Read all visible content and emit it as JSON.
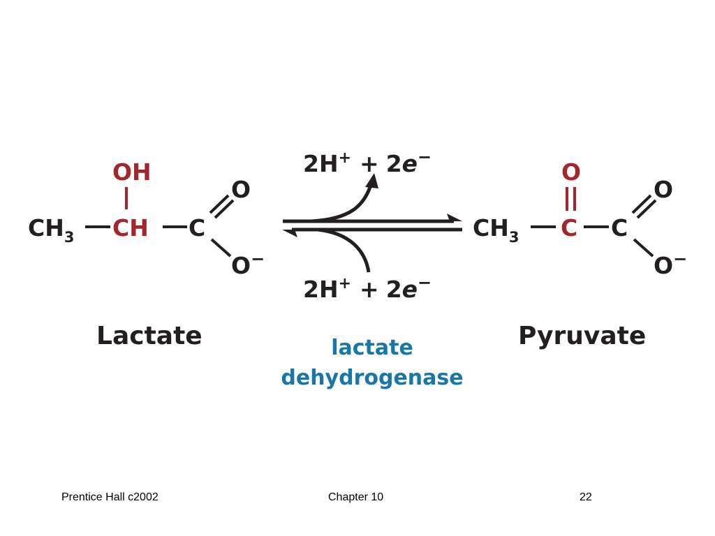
{
  "colors": {
    "black": "#231f20",
    "red": "#a3262c",
    "blue": "#1877a8"
  },
  "lactate": {
    "ch3": "CH",
    "ch3_sub": "3",
    "oh": "OH",
    "ch": "CH",
    "c": "C",
    "o_top": "O",
    "o_minus": "O",
    "charge": "−",
    "name": "Lactate"
  },
  "pyruvate": {
    "ch3": "CH",
    "ch3_sub": "3",
    "o_keto": "O",
    "c_keto": "C",
    "c": "C",
    "o_top": "O",
    "o_minus": "O",
    "charge": "−",
    "name": "Pyruvate"
  },
  "reaction": {
    "top": {
      "h": "2H",
      "h_charge": "+",
      "plus": "+",
      "e_coef": "2",
      "e": "e",
      "e_charge": "−"
    },
    "bottom": {
      "h": "2H",
      "h_charge": "+",
      "plus": "+",
      "e_coef": "2",
      "e": "e",
      "e_charge": "−"
    },
    "enzyme_line1": "lactate",
    "enzyme_line2": "dehydrogenase"
  },
  "footer": {
    "left": "Prentice Hall c2002",
    "center": "Chapter 10",
    "right": "22"
  }
}
